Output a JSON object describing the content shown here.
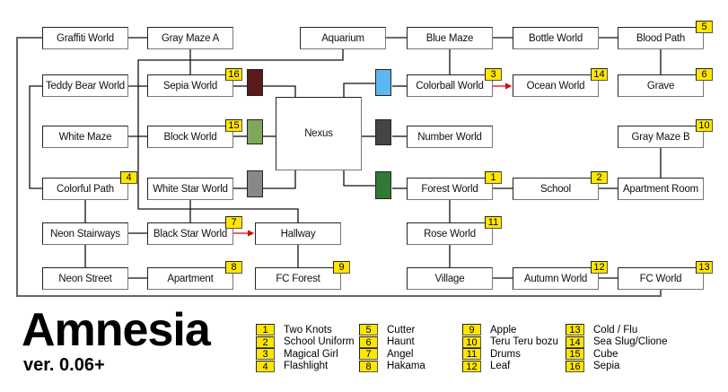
{
  "title": "Amnesia",
  "version": "ver. 0.06+",
  "nodes": [
    {
      "label": "Graffiti World"
    },
    {
      "label": "Gray Maze A"
    },
    {
      "label": "Aquarium"
    },
    {
      "label": "Blue Maze"
    },
    {
      "label": "Bottle World"
    },
    {
      "label": "Blood Path",
      "badge": "5"
    },
    {
      "label": "Teddy Bear World"
    },
    {
      "label": "Sepia World",
      "badge": "16"
    },
    {
      "label": "Colorball World",
      "badge": "3"
    },
    {
      "label": "Ocean World",
      "badge": "14"
    },
    {
      "label": "Grave",
      "badge": "6"
    },
    {
      "label": "White Maze"
    },
    {
      "label": "Block World",
      "badge": "15"
    },
    {
      "label": "Number World"
    },
    {
      "label": "Gray Maze B",
      "badge": "10"
    },
    {
      "label": "Colorful Path",
      "badge": "4"
    },
    {
      "label": "White Star World"
    },
    {
      "label": "Forest World",
      "badge": "1"
    },
    {
      "label": "School",
      "badge": "2"
    },
    {
      "label": "Apartment Room"
    },
    {
      "label": "Neon Stairways"
    },
    {
      "label": "Black Star World",
      "badge": "7"
    },
    {
      "label": "Hallway"
    },
    {
      "label": "Rose World",
      "badge": "11"
    },
    {
      "label": "Neon Street"
    },
    {
      "label": "Apartment",
      "badge": "8"
    },
    {
      "label": "FC Forest",
      "badge": "9"
    },
    {
      "label": "Village"
    },
    {
      "label": "Autumn World",
      "badge": "12"
    },
    {
      "label": "FC World",
      "badge": "13"
    },
    {
      "label": "Nexus"
    }
  ],
  "doors": [
    {
      "name": "sepia-door",
      "color": "#5a1a1a"
    },
    {
      "name": "block-door",
      "color": "#7fa85a"
    },
    {
      "name": "white-star-door",
      "color": "#888888"
    },
    {
      "name": "colorball-door",
      "color": "#5bb8f0"
    },
    {
      "name": "number-door",
      "color": "#444444"
    },
    {
      "name": "forest-door",
      "color": "#2f7a34"
    }
  ],
  "legend": [
    {
      "num": "1",
      "item": "Two Knots"
    },
    {
      "num": "2",
      "item": "School Uniform"
    },
    {
      "num": "3",
      "item": "Magical Girl"
    },
    {
      "num": "4",
      "item": "Flashlight"
    },
    {
      "num": "5",
      "item": "Cutter"
    },
    {
      "num": "6",
      "item": "Haunt"
    },
    {
      "num": "7",
      "item": "Angel"
    },
    {
      "num": "8",
      "item": "Hakama"
    },
    {
      "num": "9",
      "item": "Apple"
    },
    {
      "num": "10",
      "item": "Teru Teru bozu"
    },
    {
      "num": "11",
      "item": "Drums"
    },
    {
      "num": "12",
      "item": "Leaf"
    },
    {
      "num": "13",
      "item": "Cold / Flu"
    },
    {
      "num": "14",
      "item": "Sea Slug/Clione"
    },
    {
      "num": "15",
      "item": "Cube"
    },
    {
      "num": "16",
      "item": "Sepia"
    }
  ],
  "colors": {
    "badge": "#ffe600",
    "arrow": "#e00000"
  }
}
